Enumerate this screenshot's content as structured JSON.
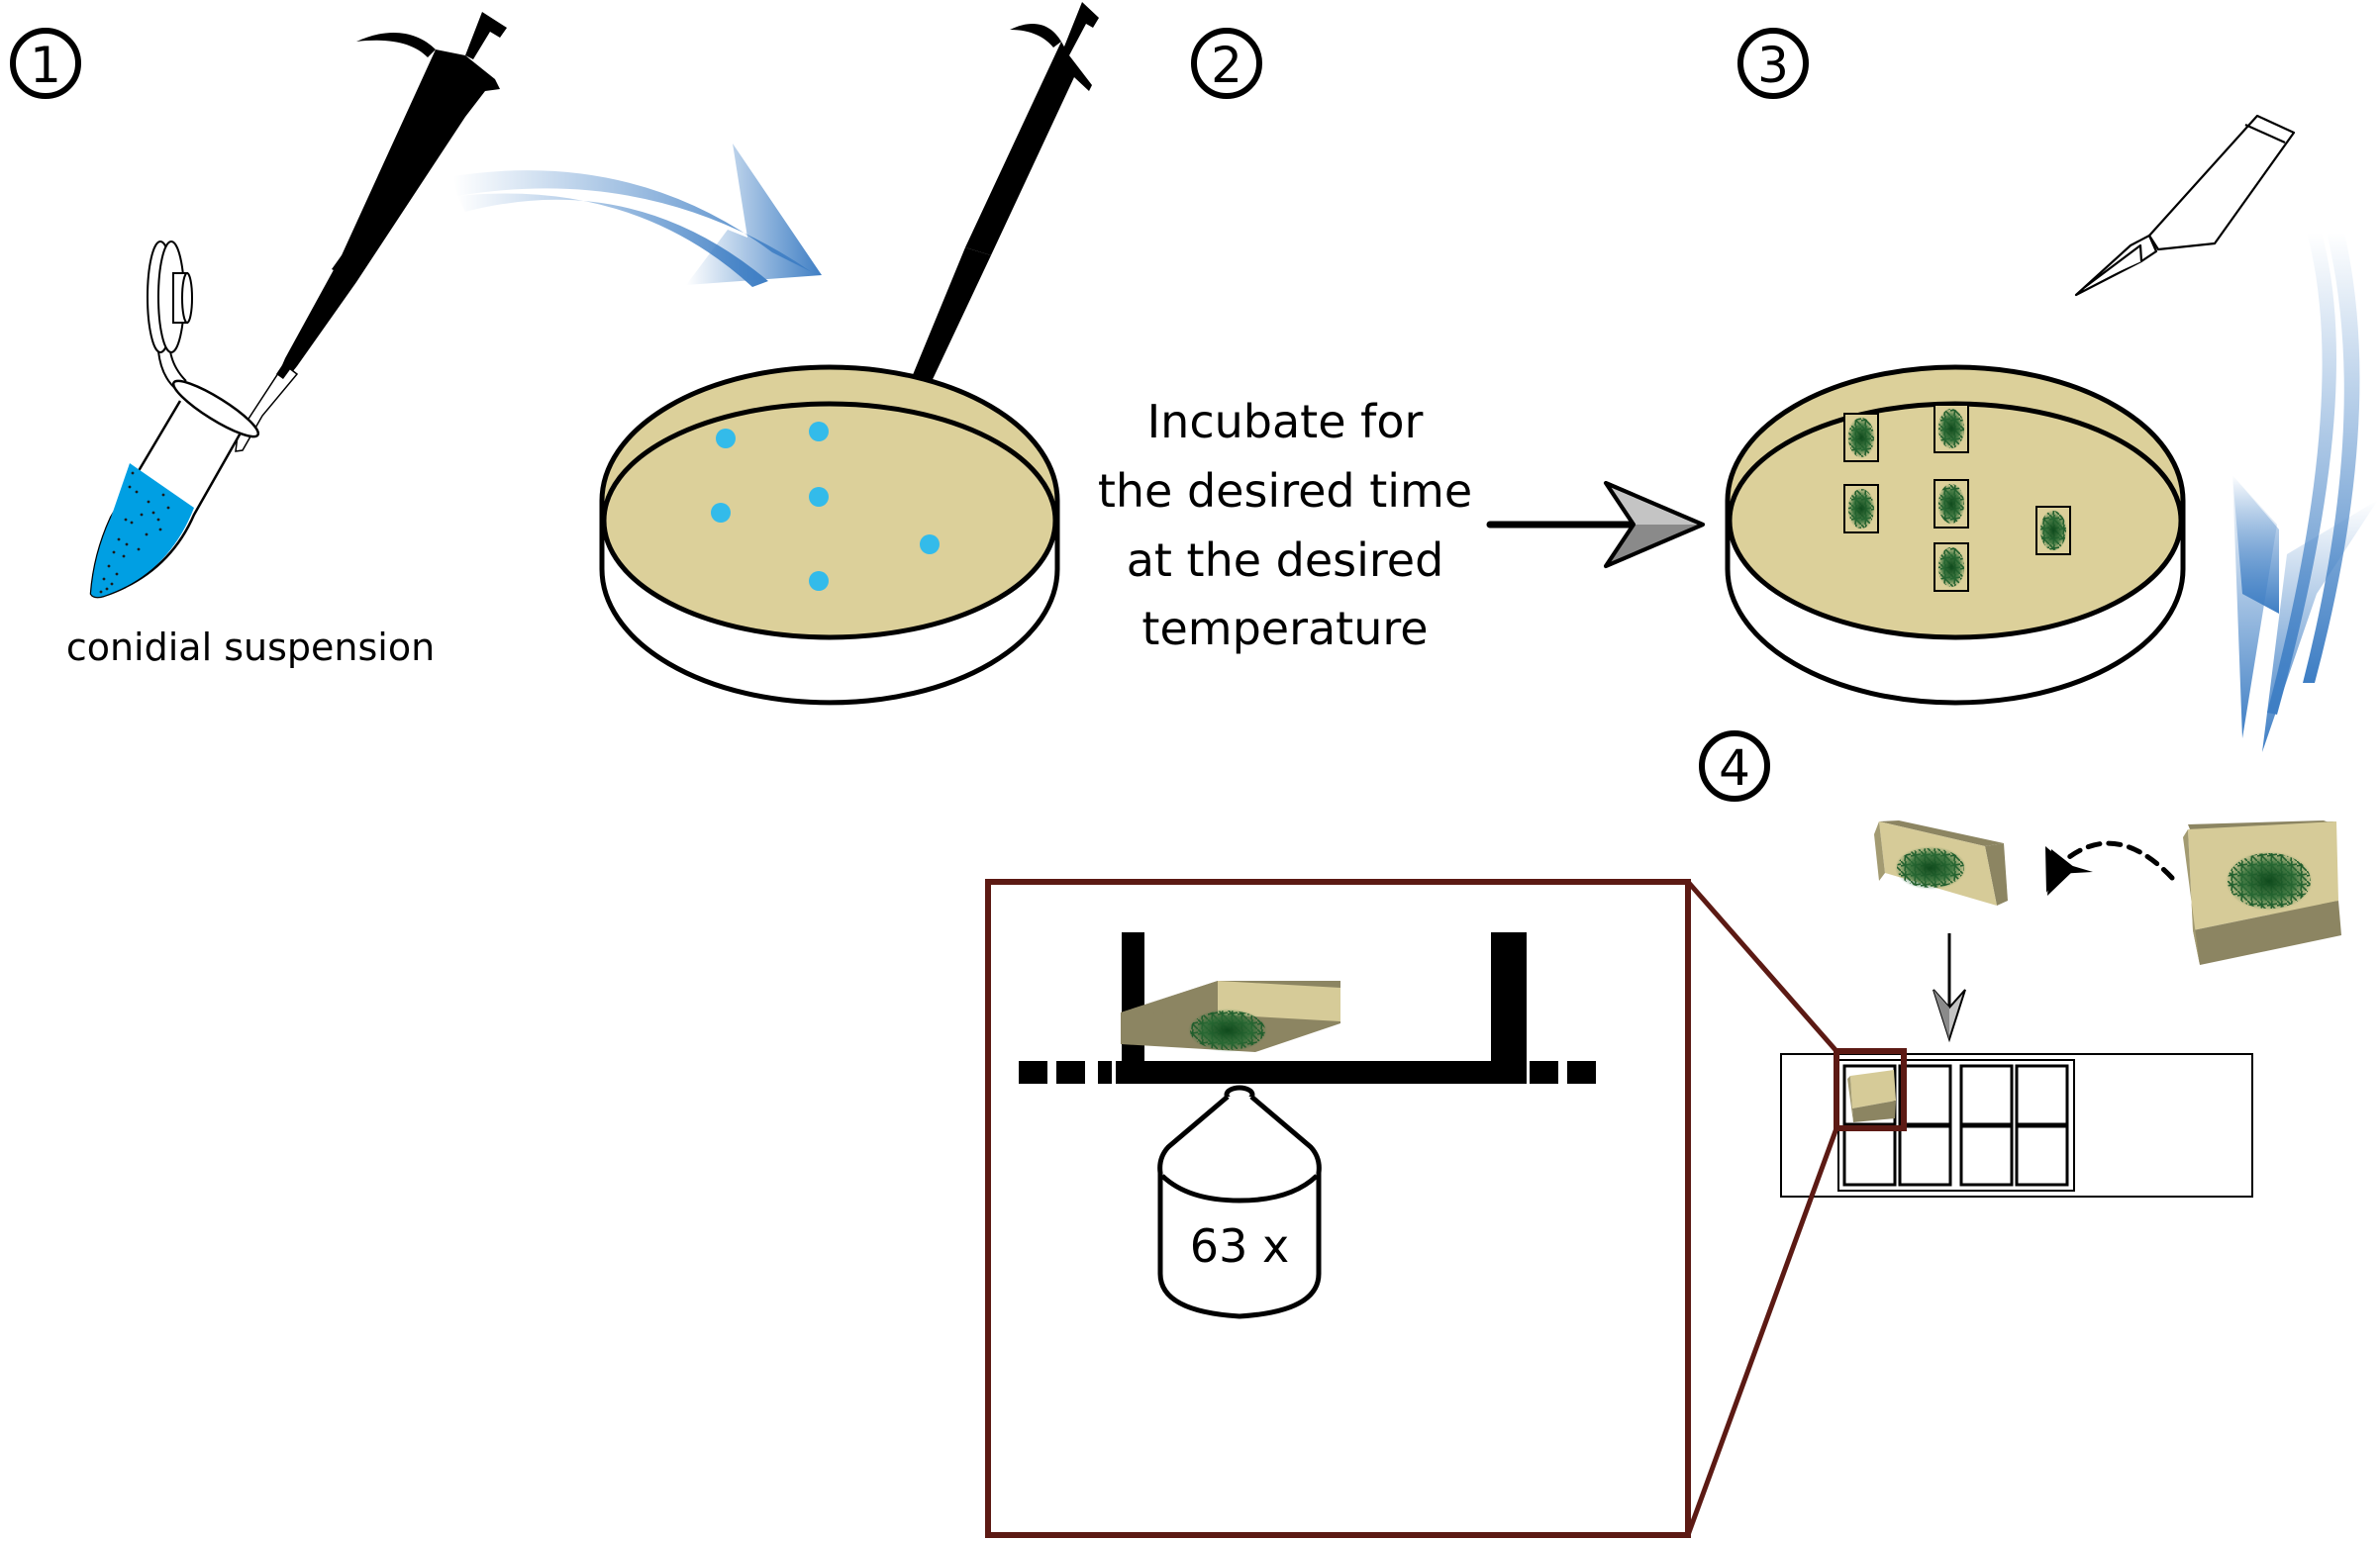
{
  "figure": {
    "title": "Workflow for imaging fungal colonies grown on agar blocks",
    "steps": [
      {
        "number": "1",
        "description": "Pipette conidial suspension"
      },
      {
        "number": "2",
        "description": "Spot conidia onto agar plate"
      },
      {
        "number": "3",
        "description": "Excise agar blocks with scalpel"
      },
      {
        "number": "4",
        "description": "Invert blocks into chambered coverglass and image"
      }
    ],
    "labels": {
      "tube_label": "conidial suspension",
      "incubate_lines": [
        "Incubate for",
        "the desired time",
        "at the desired",
        "temperature"
      ],
      "objective_magnification": "63 x"
    },
    "plate_2_spots": 6,
    "plate_3_colonies": 6,
    "chamber_wells": 8,
    "colors": {
      "agar": "#DCD09A",
      "agar_side": "#8C8562",
      "agar_top_block": "#D6CB98",
      "spot": "#33BBEA",
      "liquid": "#009FE3",
      "mycelium": "#1E5A2A",
      "flow_arrow": "#3E7EC4",
      "zoom_frame": "#5C1A14",
      "arrow_grey_light": "#C4C4C4",
      "arrow_grey_dark": "#8A8A8A"
    }
  }
}
